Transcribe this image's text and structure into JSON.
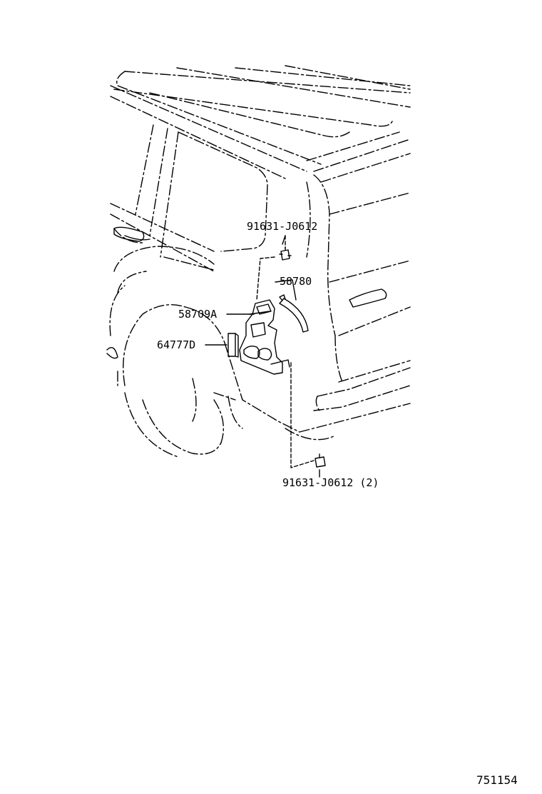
{
  "callouts": [
    {
      "id": "bolt-top",
      "text": "91631-J0612"
    },
    {
      "id": "bracket-arc",
      "text": "58780"
    },
    {
      "id": "bracket-main",
      "text": "58709A"
    },
    {
      "id": "clip",
      "text": "64777D"
    },
    {
      "id": "bolt-bottom",
      "text": "91631-J0612 (2)"
    }
  ],
  "figure_number": "751154"
}
